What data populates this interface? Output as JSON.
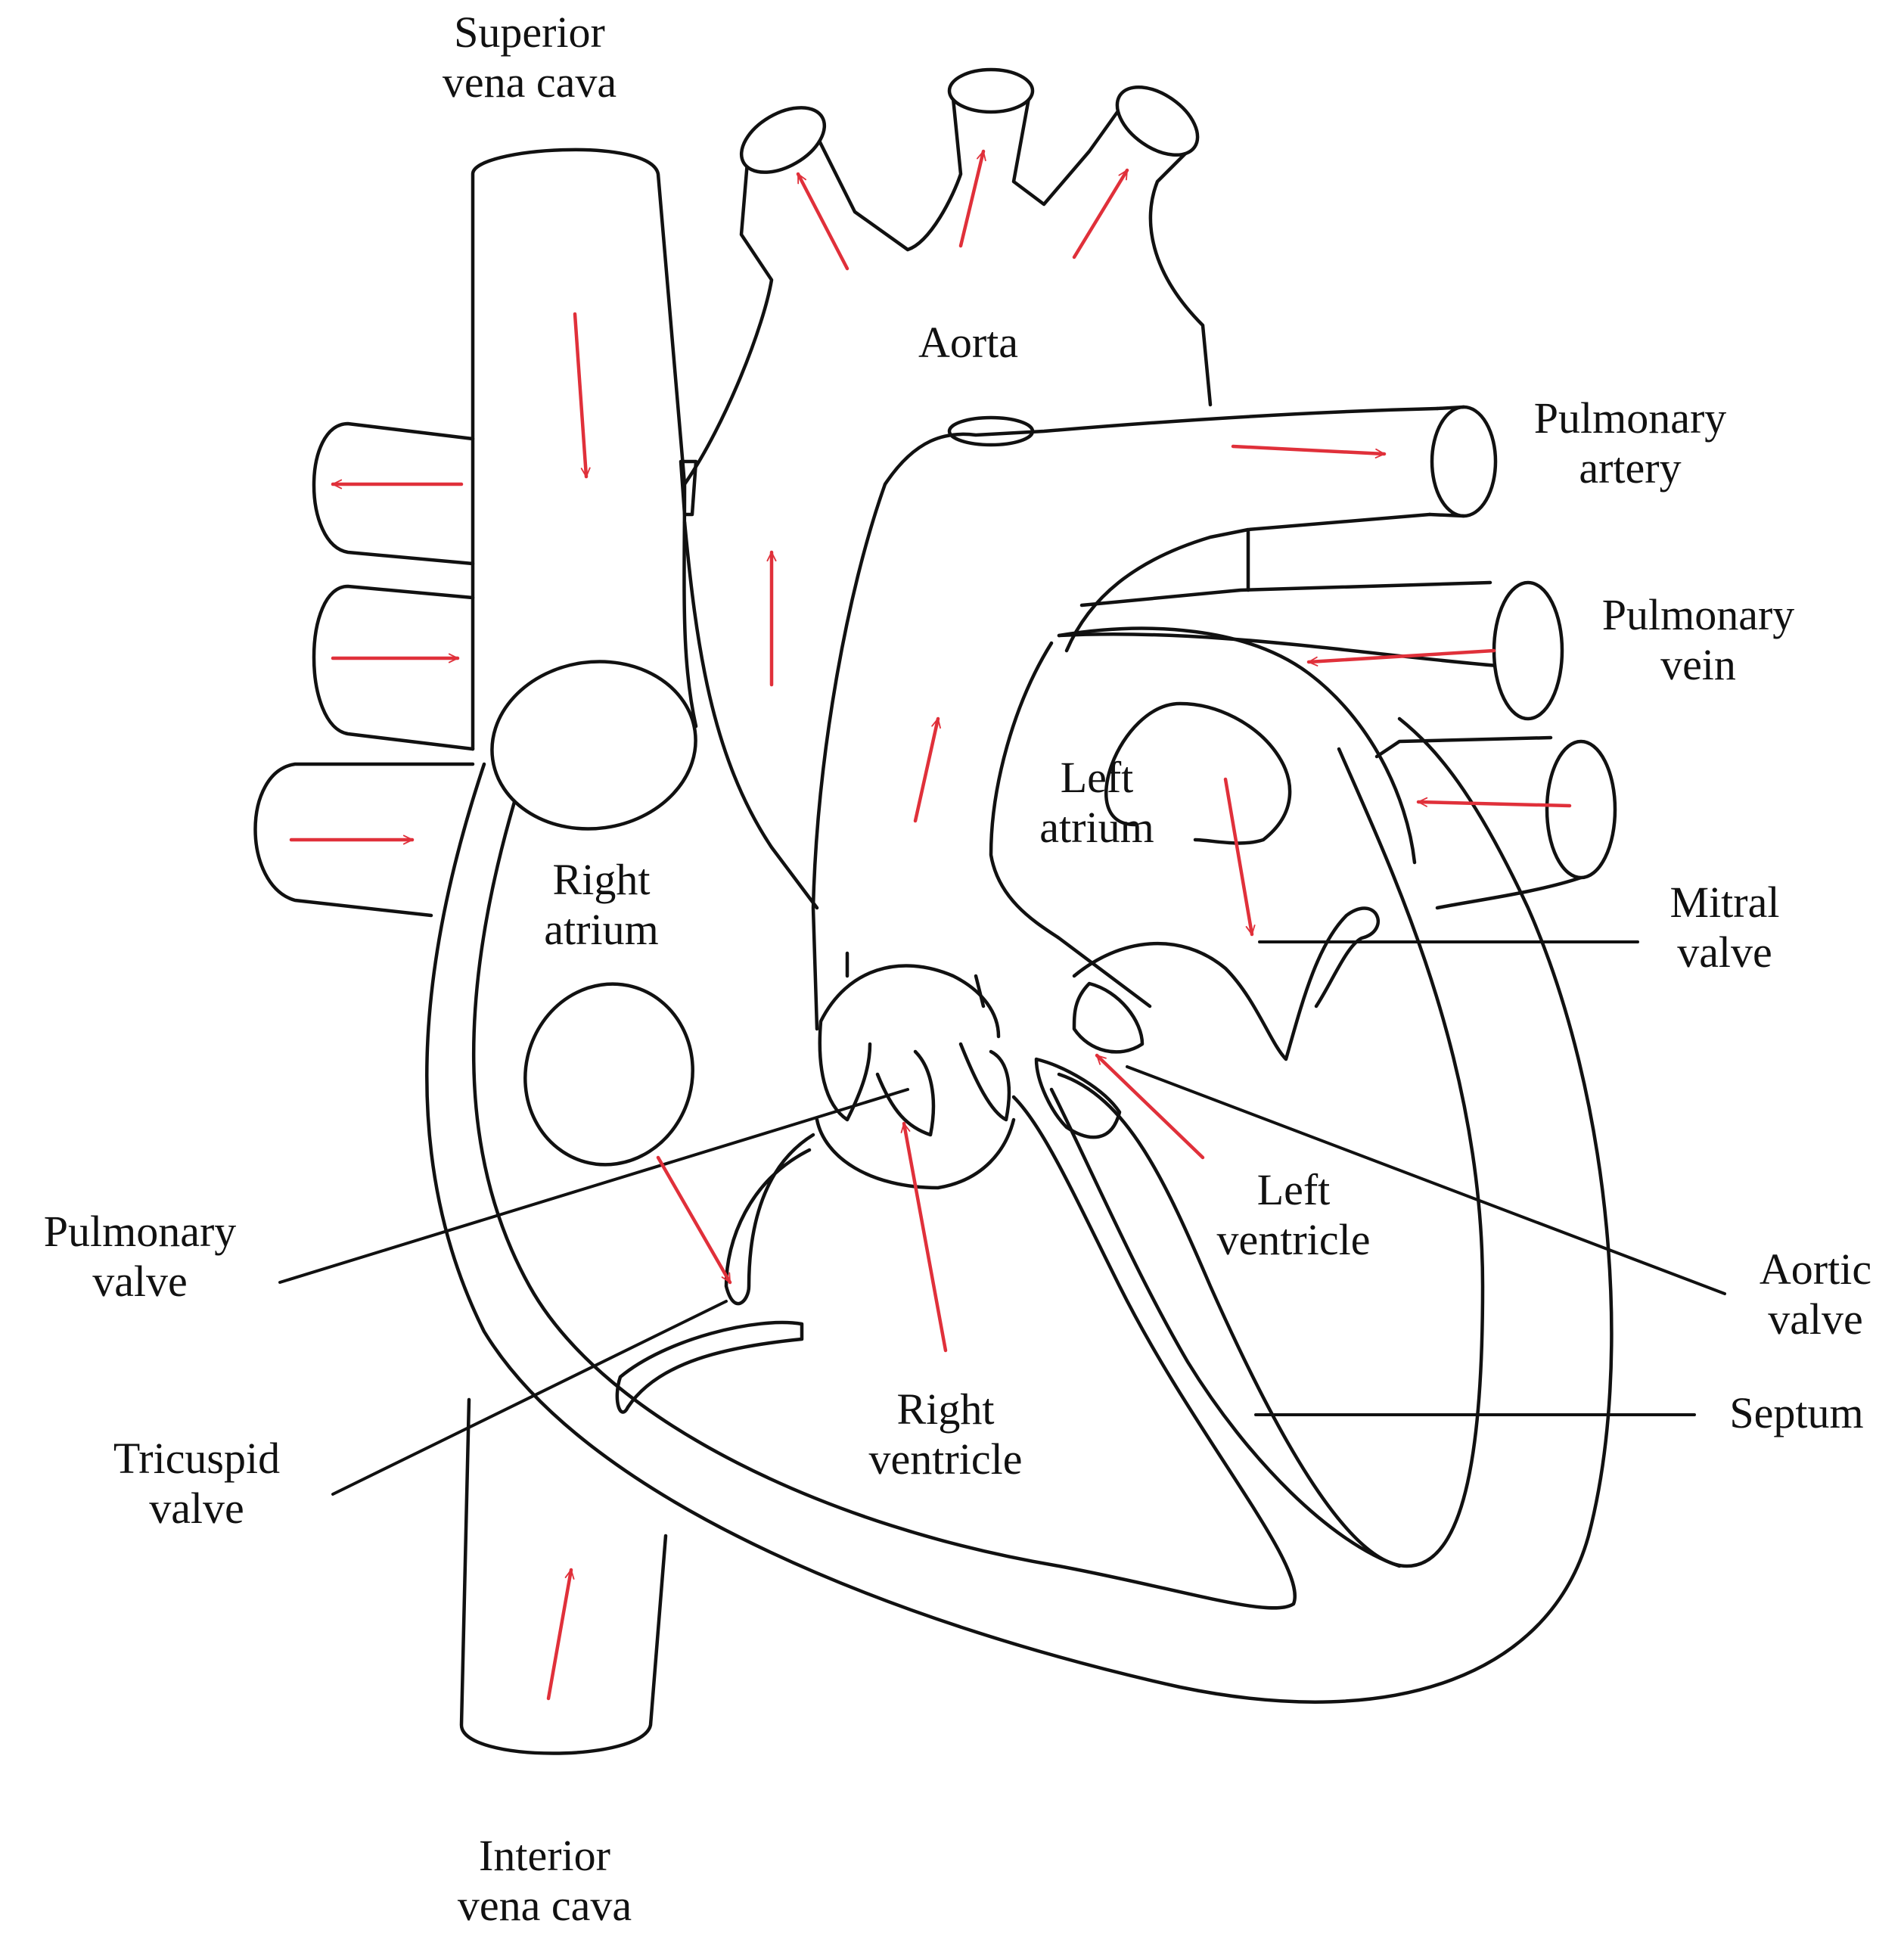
{
  "colors": {
    "outline": "#111111",
    "flow_arrow": "#e0303a",
    "background": "#ffffff"
  },
  "labels": {
    "superior_vena_cava": "Superior\nvena cava",
    "aorta": "Aorta",
    "pulmonary_artery": "Pulmonary\nartery",
    "pulmonary_vein": "Pulmonary\nvein",
    "left_atrium": "Left\natrium",
    "right_atrium": "Right\natrium",
    "mitral_valve": "Mitral\nvalve",
    "pulmonary_valve": "Pulmonary\nvalve",
    "left_ventricle": "Left\nventricle",
    "aortic_valve": "Aortic\nvalve",
    "septum": "Septum",
    "right_ventricle": "Right\nventricle",
    "tricuspid_valve": "Tricuspid\nvalve",
    "interior_vena_cava": "Interior\nvena cava"
  }
}
